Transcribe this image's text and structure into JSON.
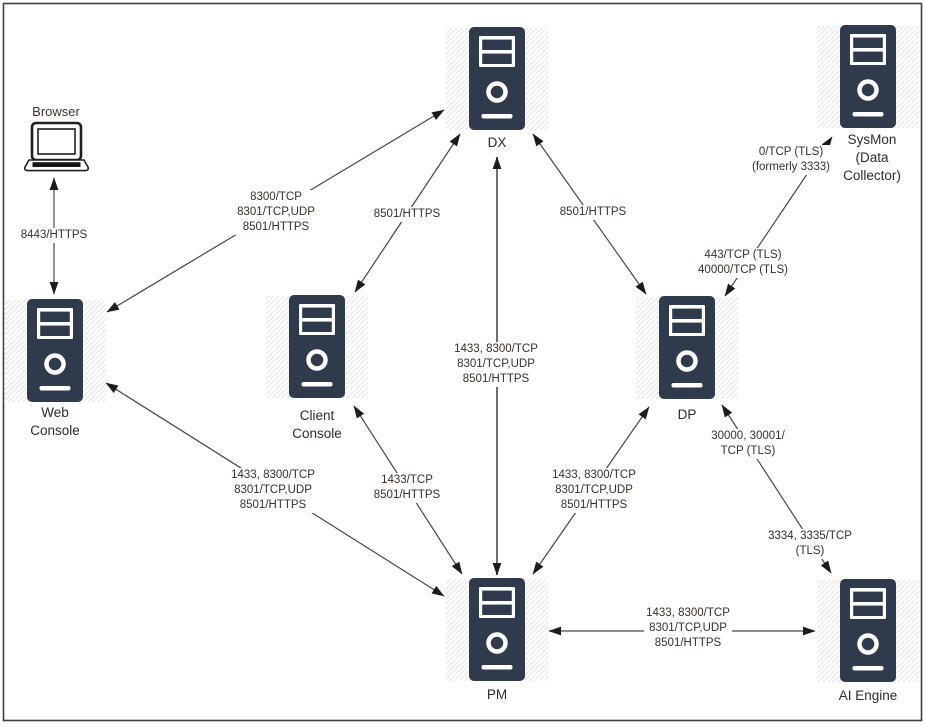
{
  "diagram_title": "",
  "colors": {
    "server_fill": "#2f3b4c",
    "server_detail": "#ffffff",
    "hatch": "#e4e4ea",
    "line": "#474747",
    "center_line": "#6e6e6e",
    "arrow": "#1c1c1c",
    "label_text": "#38302a",
    "border": "#3f3f3f",
    "background": "#ffffff"
  },
  "nodes": {
    "browser": {
      "label": "Browser"
    },
    "dx": {
      "label": "DX"
    },
    "sysmon": {
      "line1": "SysMon",
      "line2": "(Data",
      "line3": "Collector)"
    },
    "web_console": {
      "line1": "Web",
      "line2": "Console"
    },
    "client_console": {
      "line1": "Client",
      "line2": "Console"
    },
    "dp": {
      "label": "DP"
    },
    "pm": {
      "label": "PM"
    },
    "ai_engine": {
      "label": "AI Engine"
    }
  },
  "edge_labels": {
    "browser_web": {
      "lines": [
        "8443/HTTPS"
      ]
    },
    "web_dx": {
      "lines": [
        "8300/TCP",
        "8301/TCP,UDP",
        "8501/HTTPS"
      ]
    },
    "client_dx": {
      "lines": [
        "8501/HTTPS"
      ]
    },
    "dx_dp": {
      "lines": [
        "8501/HTTPS"
      ]
    },
    "dx_pm": {
      "lines": [
        "1433, 8300/TCP",
        "8301/TCP,UDP",
        "8501/HTTPS"
      ]
    },
    "web_pm": {
      "lines": [
        "1433, 8300/TCP",
        "8301/TCP,UDP",
        "8501/HTTPS"
      ]
    },
    "client_pm": {
      "lines": [
        "1433/TCP",
        "8501/HTTPS"
      ]
    },
    "pm_dp": {
      "lines": [
        "1433, 8300/TCP",
        "8301/TCP,UDP",
        "8501/HTTPS"
      ]
    },
    "dp_sysmon_upper": {
      "lines": [
        "0/TCP (TLS)",
        "(formerly 3333)"
      ]
    },
    "dp_sysmon_lower": {
      "lines": [
        "443/TCP (TLS)",
        "40000/TCP (TLS)"
      ]
    },
    "dp_ai_upper": {
      "lines": [
        "30000, 30001/",
        "TCP (TLS)"
      ]
    },
    "dp_ai_lower": {
      "lines": [
        "3334, 3335/TCP",
        "(TLS)"
      ]
    },
    "pm_ai": {
      "lines": [
        "1433, 8300/TCP",
        "8301/TCP,UDP",
        "8501/HTTPS"
      ]
    }
  },
  "edges": [
    {
      "from": "Browser",
      "to": "Web Console",
      "bidirectional": true,
      "ports": "8443/HTTPS"
    },
    {
      "from": "Web Console",
      "to": "DX",
      "bidirectional": true,
      "ports": "8300/TCP, 8301/TCP,UDP, 8501/HTTPS"
    },
    {
      "from": "Client Console",
      "to": "DX",
      "bidirectional": true,
      "ports": "8501/HTTPS"
    },
    {
      "from": "DX",
      "to": "DP",
      "bidirectional": true,
      "ports": "8501/HTTPS"
    },
    {
      "from": "DX",
      "to": "PM",
      "bidirectional": true,
      "ports": "1433, 8300/TCP, 8301/TCP,UDP, 8501/HTTPS"
    },
    {
      "from": "Web Console",
      "to": "PM",
      "bidirectional": true,
      "ports": "1433, 8300/TCP, 8301/TCP,UDP, 8501/HTTPS"
    },
    {
      "from": "Client Console",
      "to": "PM",
      "bidirectional": true,
      "ports": "1433/TCP, 8501/HTTPS"
    },
    {
      "from": "PM",
      "to": "DP",
      "bidirectional": true,
      "ports": "1433, 8300/TCP, 8301/TCP,UDP, 8501/HTTPS"
    },
    {
      "from": "DP",
      "to": "SysMon (Data Collector)",
      "bidirectional": true,
      "ports": "0/TCP (TLS) (formerly 3333), 443/TCP (TLS), 40000/TCP (TLS)"
    },
    {
      "from": "DP",
      "to": "AI Engine",
      "bidirectional": true,
      "ports": "30000, 30001/TCP (TLS), 3334, 3335/TCP (TLS)"
    },
    {
      "from": "PM",
      "to": "AI Engine",
      "bidirectional": true,
      "ports": "1433, 8300/TCP, 8301/TCP,UDP, 8501/HTTPS"
    }
  ]
}
